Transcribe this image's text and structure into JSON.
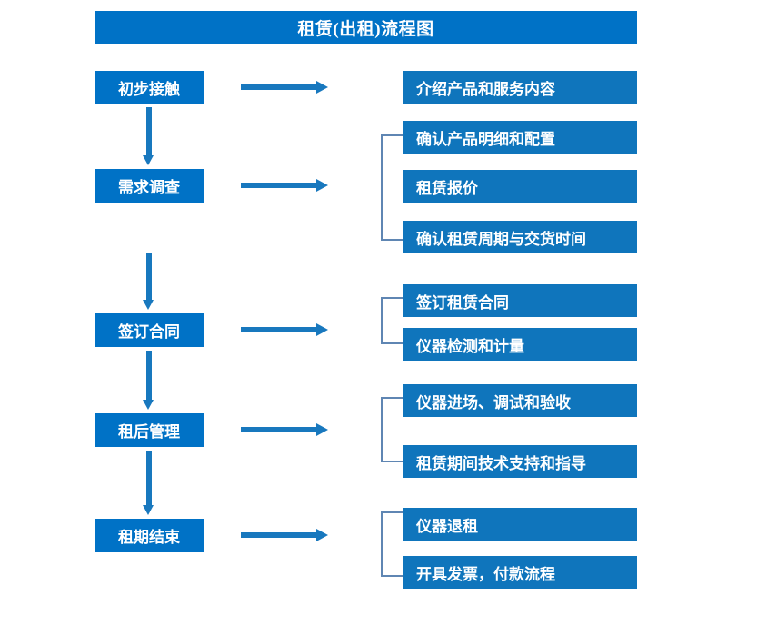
{
  "title": "租赁(出租)流程图",
  "colors": {
    "primary_blue": "#0072C6",
    "box_blue": "#0F75BC",
    "arrow_blue": "#1878BE",
    "bracket_blue": "#5F86B3",
    "text_white": "#FFFFFF",
    "background": "#FFFFFF"
  },
  "stages": [
    {
      "label": "初步接触"
    },
    {
      "label": "需求调查"
    },
    {
      "label": "签订合同"
    },
    {
      "label": "租后管理"
    },
    {
      "label": "租期结束"
    }
  ],
  "details": [
    {
      "label": "介绍产品和服务内容"
    },
    {
      "label": "确认产品明细和配置"
    },
    {
      "label": "租赁报价"
    },
    {
      "label": "确认租赁周期与交货时间"
    },
    {
      "label": "签订租赁合同"
    },
    {
      "label": "仪器检测和计量"
    },
    {
      "label": "仪器进场、调试和验收"
    },
    {
      "label": "租赁期间技术支持和指导"
    },
    {
      "label": "仪器退租"
    },
    {
      "label": "开具发票，付款流程"
    }
  ],
  "groups": [
    {
      "stage": "初步接触",
      "details": [
        "介绍产品和服务内容"
      ],
      "bracketed": false
    },
    {
      "stage": "需求调查",
      "details": [
        "确认产品明细和配置",
        "租赁报价",
        "确认租赁周期与交货时间"
      ],
      "bracketed": true
    },
    {
      "stage": "签订合同",
      "details": [
        "签订租赁合同",
        "仪器检测和计量"
      ],
      "bracketed": true
    },
    {
      "stage": "租后管理",
      "details": [
        "仪器进场、调试和验收",
        "租赁期间技术支持和指导"
      ],
      "bracketed": true
    },
    {
      "stage": "租期结束",
      "details": [
        "仪器退租",
        "开具发票，付款流程"
      ],
      "bracketed": true
    }
  ]
}
